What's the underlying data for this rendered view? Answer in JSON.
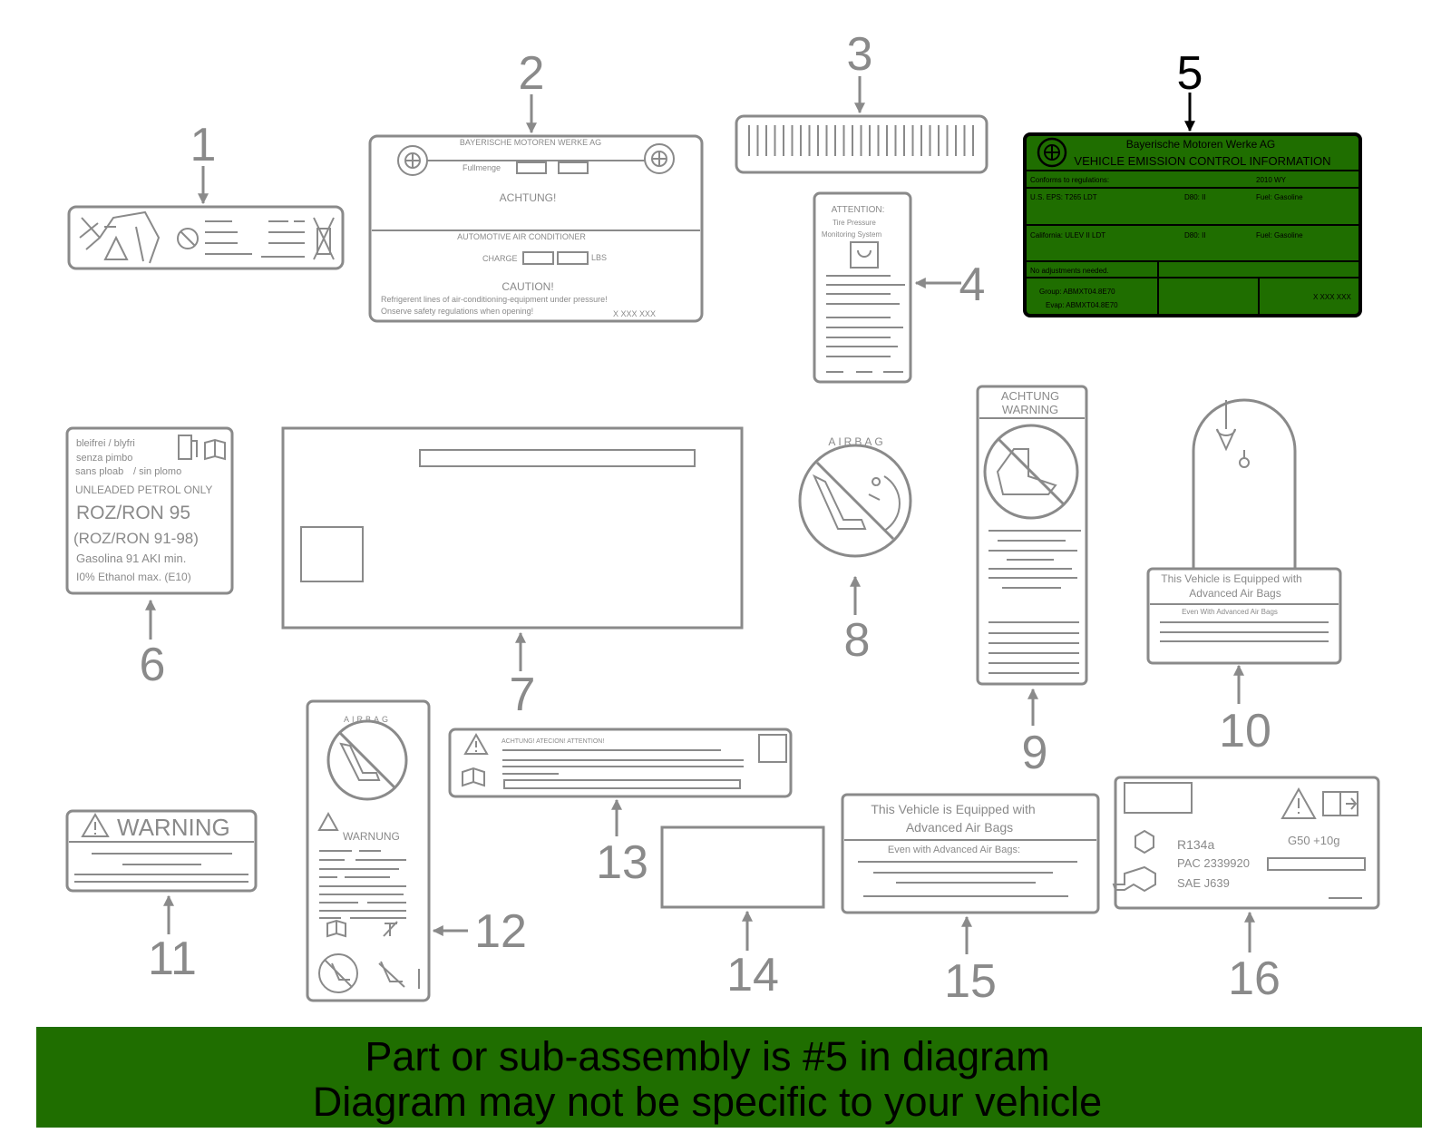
{
  "callouts": [
    "1",
    "2",
    "3",
    "4",
    "5",
    "6",
    "7",
    "8",
    "9",
    "10",
    "11",
    "12",
    "13",
    "14",
    "15",
    "16"
  ],
  "selected_callout": "5",
  "label2": {
    "maker": "BAYERISCHE MOTOREN WERKE AG",
    "fill": "Fullmenge",
    "achtung": "ACHTUNG!",
    "ac": "AUTOMOTIVE AIR CONDITIONER",
    "charge": "CHARGE",
    "lbs": "LBS",
    "caution": "CAUTION!",
    "line1": "Refrigerent lines of air-conditioning-equipment under pressure!",
    "line2": "Onserve safety regulations when opening!",
    "code": "X XXX XXX"
  },
  "label4": {
    "attention": "ATTENTION:",
    "l1": "Tire Pressure",
    "l2": "Monitoring System"
  },
  "label5": {
    "maker": "Bayerische Motoren Werke AG",
    "title": "VEHICLE EMISSION CONTROL INFORMATION",
    "conforms": "Conforms to regulations:",
    "year": "2010 WY",
    "us": "U.S. EPS: T265 LDT",
    "d80a": "D80: II",
    "fuel_a": "Fuel: Gasoline",
    "ca": "California: ULEV II LDT",
    "d80b": "D80: II",
    "fuel_b": "Fuel: Gasoline",
    "noadj": "No adjustments needed.",
    "group": "Group: ABMXT04.8E70",
    "evap": "Evap: ABMXT04.8E70",
    "code": "X XXX XXX",
    "bg_color": "#1f6e00"
  },
  "label6": {
    "l1": "bleifrei / blyfri",
    "l2": "senza pimbo",
    "l3": "sans ploab",
    "l3b": "/ sin plomo",
    "l4": "UNLEADED PETROL ONLY",
    "l5": "ROZ/RON 95",
    "l6": "(ROZ/RON 91-98)",
    "l7": "Gasolina 91 AKI min.",
    "l8": "I0% Ethanol max. (E10)"
  },
  "label8": {
    "airbag": "AIRBAG"
  },
  "label9": {
    "l1": "ACHTUNG",
    "l2": "WARNING"
  },
  "label10": {
    "l1": "This Vehicle is Equipped with",
    "l2": "Advanced Air Bags",
    "l3": "Even With Advanced Air Bags"
  },
  "label11": {
    "warning": "WARNING"
  },
  "label12": {
    "airbag": "AIRBAG",
    "warnung": "WARNUNG"
  },
  "label13": {
    "l1": "ACHTUNG!  ATECION!  ATTENTION!"
  },
  "label15": {
    "l1": "This  Vehicle is Equipped with",
    "l2": "Advanced Air Bags",
    "l3": "Even with Advanced Air Bags:"
  },
  "label16": {
    "r134a": "R134a",
    "pac": "PAC 2339920",
    "sae": "SAE J639",
    "g50": "G50  +10g"
  },
  "banner": {
    "line1": "Part or sub-assembly is #5 in diagram",
    "line2": "Diagram may not be specific to your vehicle",
    "bg_color": "#1f6e00"
  }
}
